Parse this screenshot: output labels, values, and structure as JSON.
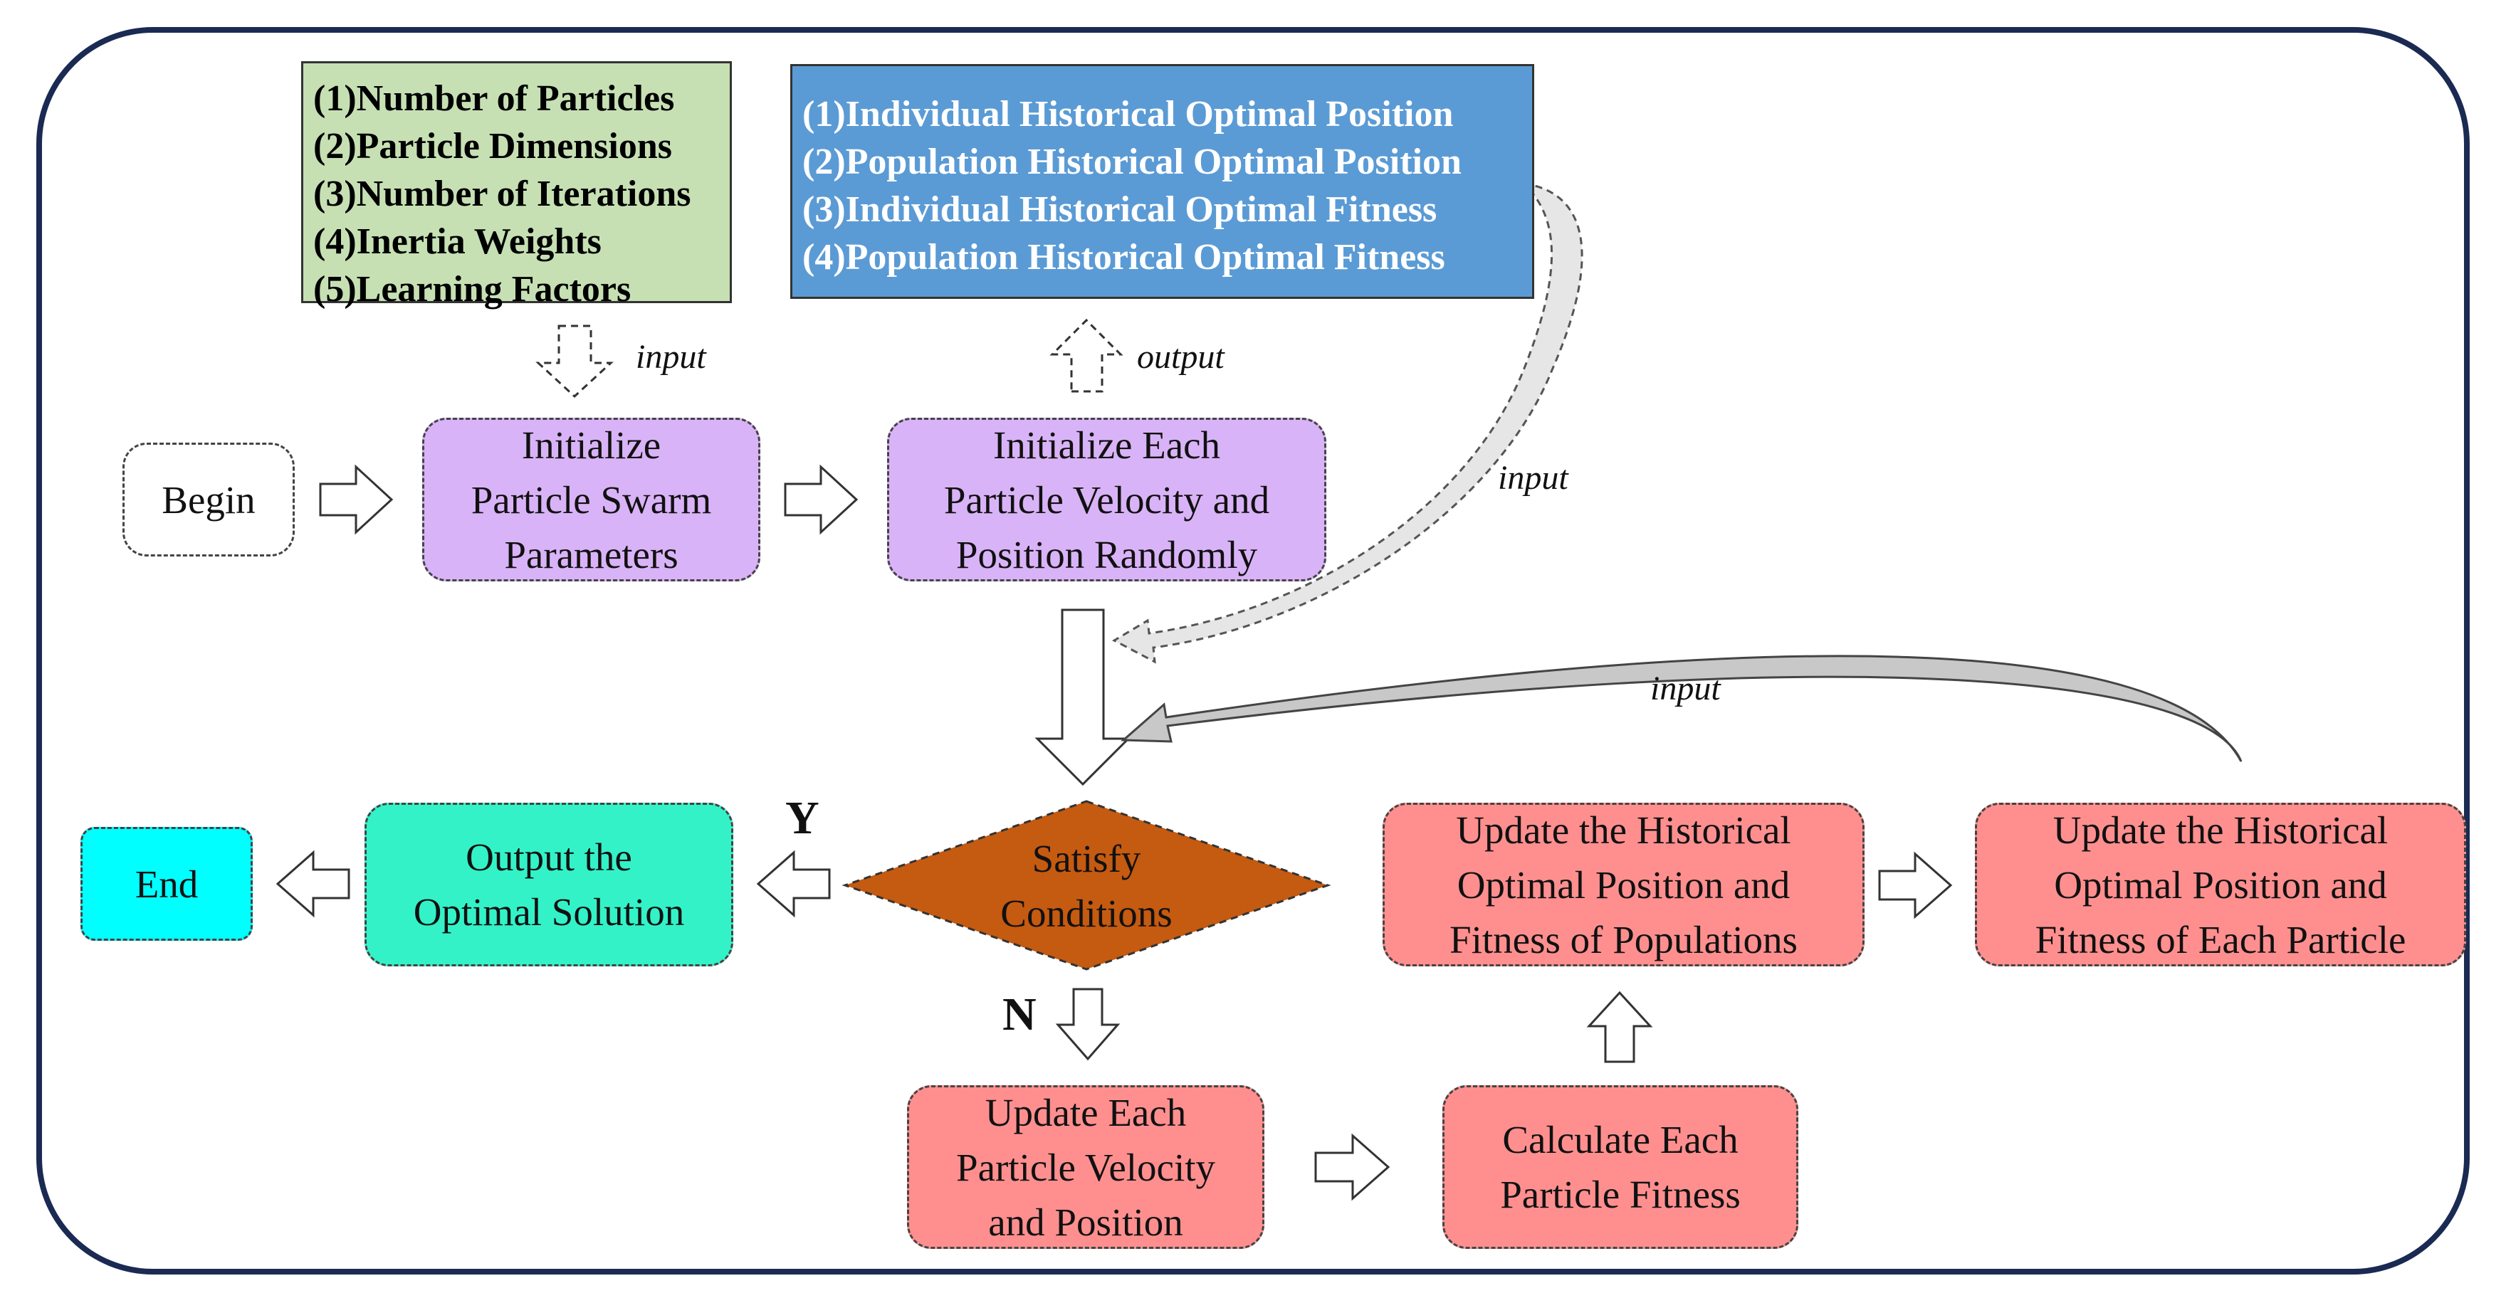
{
  "params_box": {
    "items": [
      "(1)Number of Particles",
      "(2)Particle Dimensions",
      "(3)Number of Iterations",
      "(4)Inertia Weights",
      "(5)Learning Factors"
    ]
  },
  "outputs_box": {
    "items": [
      "(1)Individual Historical Optimal Position",
      "(2)Population Historical Optimal Position",
      "(3)Individual Historical Optimal Fitness",
      "(4)Population Historical Optimal Fitness"
    ]
  },
  "nodes": {
    "begin": "Begin",
    "init_params": "Initialize\nParticle Swarm\nParameters",
    "init_velocity": "Initialize Each\nParticle Velocity and\nPosition Randomly",
    "satisfy": "Satisfy\nConditions",
    "output_solution": "Output the\nOptimal Solution",
    "end": "End",
    "update_velocity": "Update Each\nParticle Velocity\nand Position",
    "calc_fitness": "Calculate Each\nParticle Fitness",
    "update_population": "Update the Historical\nOptimal Position and\nFitness of Populations",
    "update_particle": "Update the Historical\nOptimal Position and\nFitness of Each Particle"
  },
  "labels": {
    "input_params": "input",
    "output_init": "output",
    "input_right": "input",
    "input_loop": "input",
    "yes": "Y",
    "no": "N"
  },
  "colors": {
    "frame": "#1a2a52",
    "params_fill": "#c6e0b4",
    "outputs_fill": "#5b9bd5",
    "purple": "#d9b3f7",
    "diamond": "#c55a11",
    "teal": "#33f2c8",
    "cyan": "#00ffff",
    "red": "#ff8f8f",
    "curve_fill": "#cccccc"
  }
}
